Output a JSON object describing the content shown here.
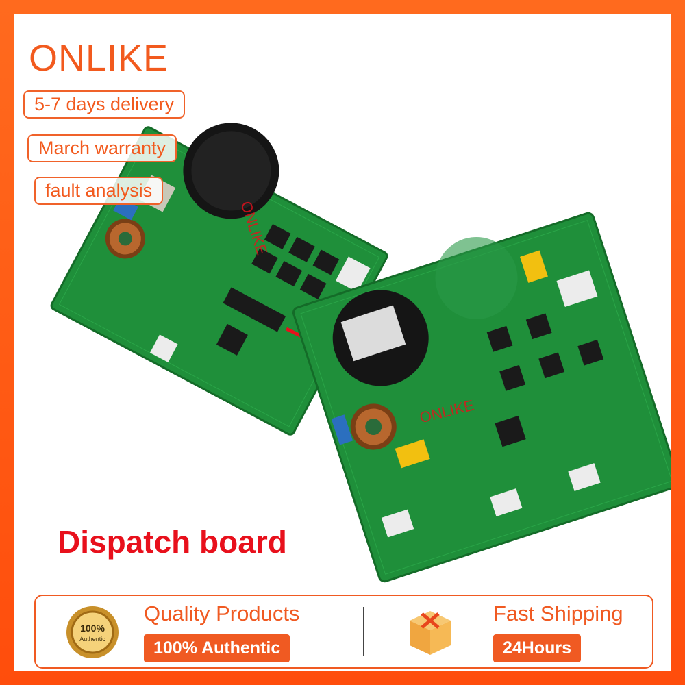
{
  "brand": "ONLIKE",
  "tags": [
    "5-7 days delivery",
    "March warranty",
    "fault analysis"
  ],
  "watermarks": [
    "ONLIKE",
    "ONLIKE"
  ],
  "caption": "Dispatch board",
  "footer": {
    "left": {
      "title": "Quality Products",
      "badge": "100% Authentic",
      "seal_text": "100%",
      "seal_sub": "Authentic"
    },
    "right": {
      "title": "Fast Shipping",
      "badge": "24Hours"
    }
  },
  "colors": {
    "accent": "#f05a22",
    "caption": "#e8101c",
    "board": "#1f8f3a"
  }
}
